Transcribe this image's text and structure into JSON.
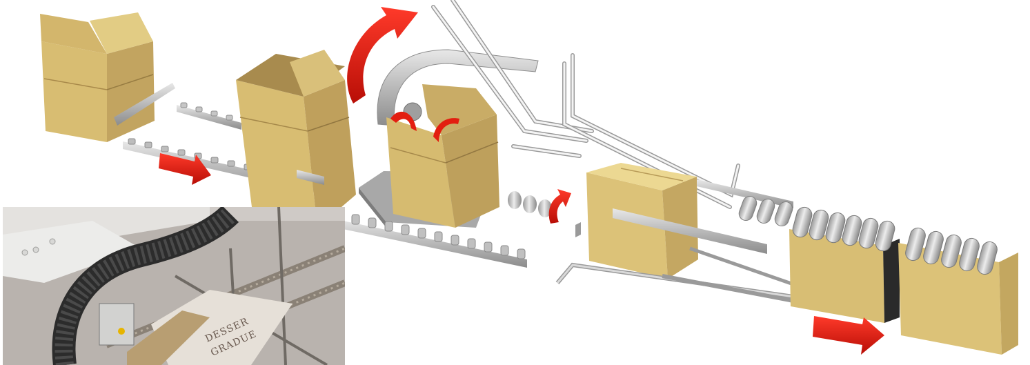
{
  "diagram": {
    "stations": [
      "box-blank",
      "box-erected",
      "flap-folding",
      "box-closing",
      "box-sealed",
      "box-outfeed"
    ],
    "colors": {
      "cardboard_light": "#dfc77c",
      "cardboard": "#cdb06a",
      "cardboard_dark": "#a68a4c",
      "rail": "#c4c4c4",
      "rail_dark": "#8f8f8f",
      "arrow": "#e31e10",
      "background": "#ffffff"
    }
  },
  "photo_inset": {
    "box_label_lines": [
      "DESSER",
      "GRADUE"
    ]
  }
}
